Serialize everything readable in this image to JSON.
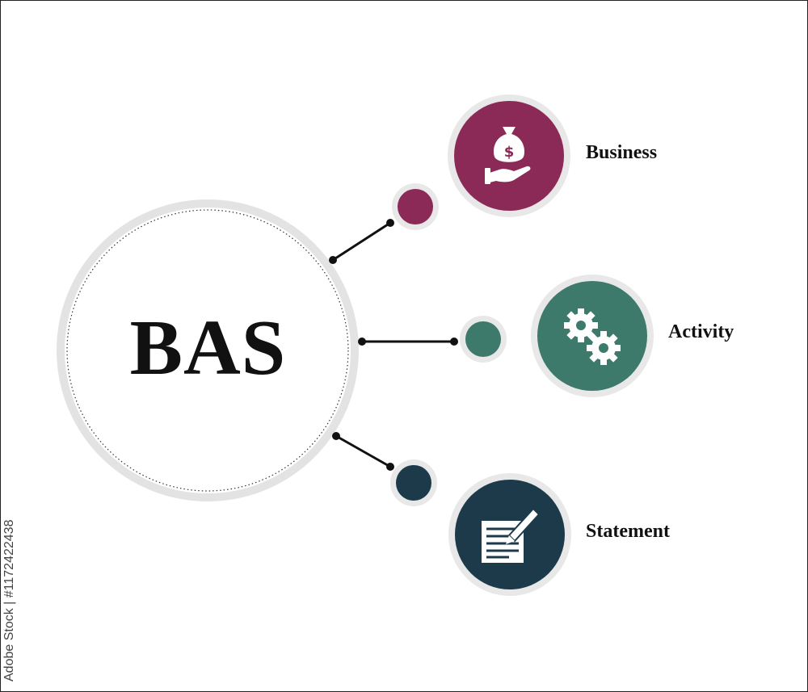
{
  "center": {
    "title": "BAS"
  },
  "items": [
    {
      "label": "Business",
      "icon": "money-bag-hand-icon",
      "color": "#8c2a57"
    },
    {
      "label": "Activity",
      "icon": "gears-icon",
      "color": "#3e7a6c"
    },
    {
      "label": "Statement",
      "icon": "document-pen-icon",
      "color": "#1d3a4a"
    }
  ],
  "colors": {
    "ring": "#e6e6e6",
    "connector": "#111111"
  },
  "watermark": "Adobe Stock | #1172422438"
}
